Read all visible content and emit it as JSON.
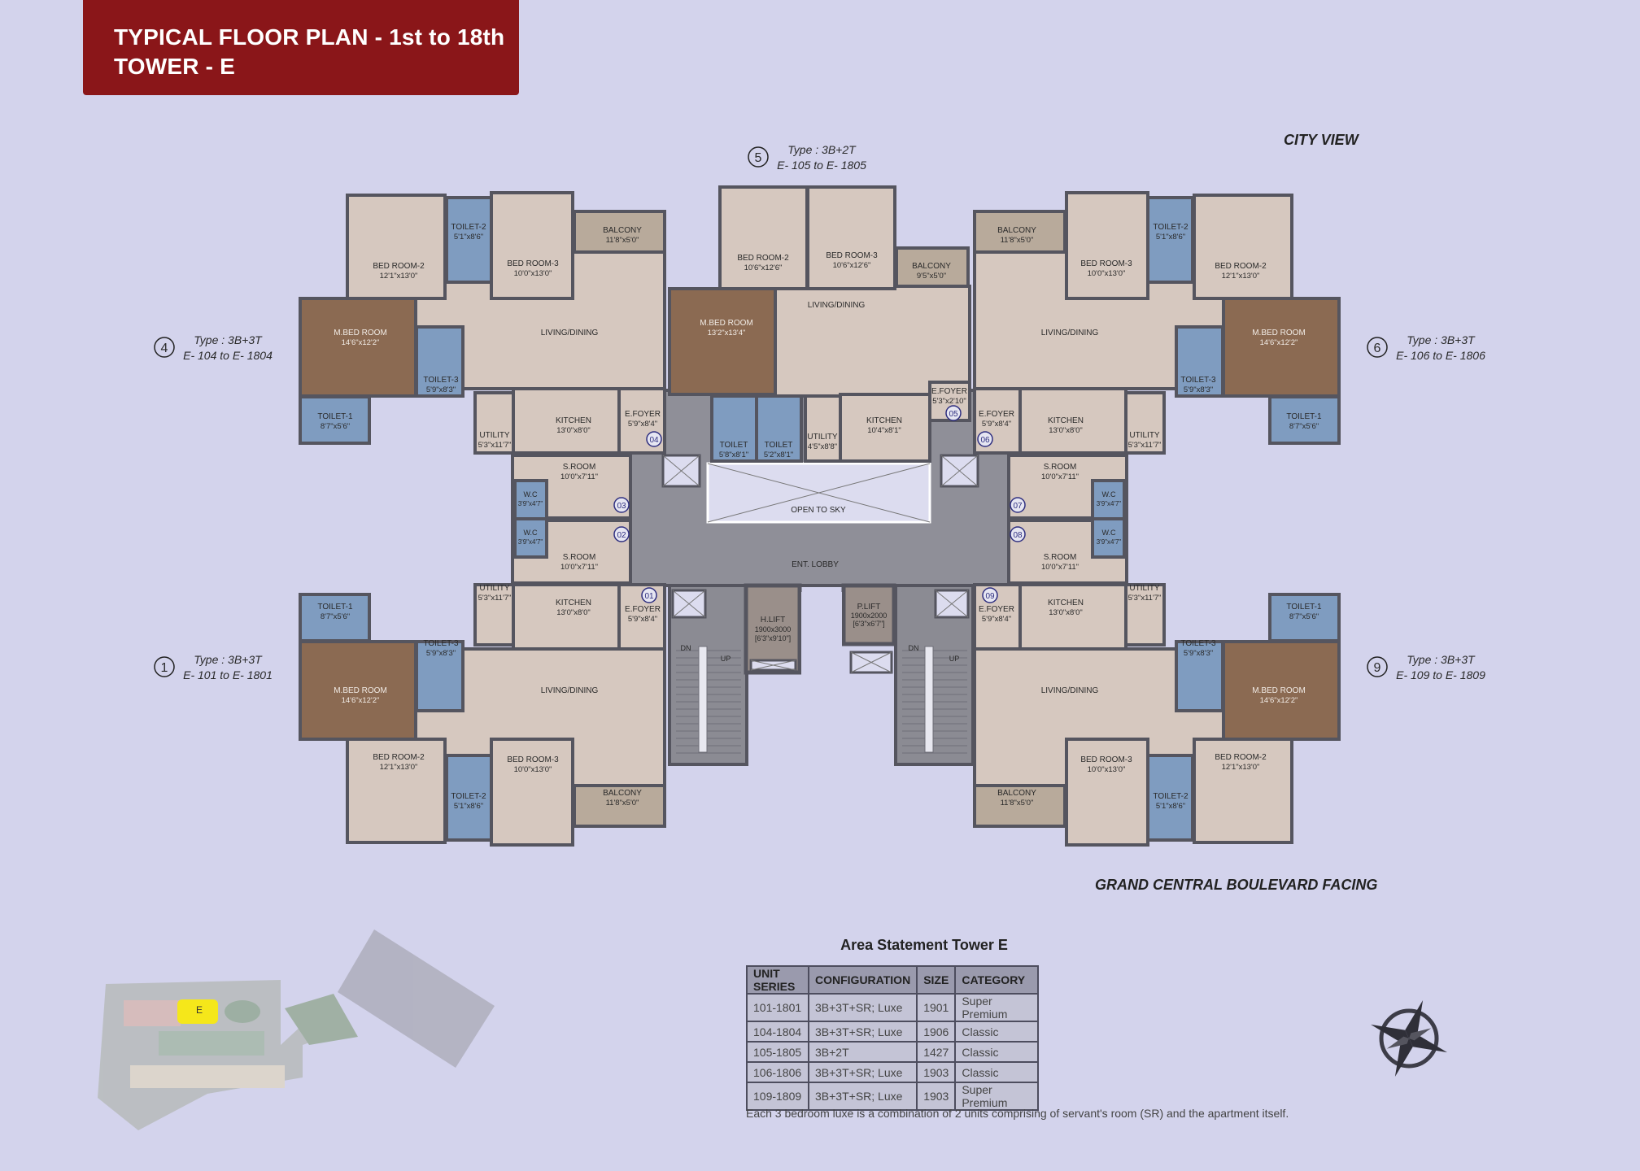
{
  "header": {
    "title_line1": "TYPICAL FLOOR PLAN - 1st to 18th",
    "title_line2": "TOWER - E"
  },
  "orientation": {
    "top_label": "CITY VIEW",
    "bottom_label": "GRAND CENTRAL BOULEVARD FACING"
  },
  "units": [
    {
      "num": "4",
      "type": "Type : 3B+3T",
      "range": "E- 104 to E- 1804",
      "door": "04",
      "rooms": [
        {
          "name": "BED ROOM-2",
          "size": "12'1\"x13'0\""
        },
        {
          "name": "TOILET-2",
          "size": "5'1\"x8'6\""
        },
        {
          "name": "BED ROOM-3",
          "size": "10'0\"x13'0\""
        },
        {
          "name": "BALCONY",
          "size": "11'8\"x5'0\""
        },
        {
          "name": "M.BED ROOM",
          "size": "14'6\"x12'2\""
        },
        {
          "name": "TOILET-1",
          "size": "8'7\"x5'6\""
        },
        {
          "name": "TOILET-3",
          "size": "5'9\"x8'3\""
        },
        {
          "name": "LIVING/DINING",
          "size": ""
        },
        {
          "name": "KITCHEN",
          "size": "13'0\"x8'0\""
        },
        {
          "name": "UTILITY",
          "size": "5'3\"x11'7\""
        },
        {
          "name": "E.FOYER",
          "size": "5'9\"x8'4\""
        }
      ]
    },
    {
      "num": "6",
      "type": "Type : 3B+3T",
      "range": "E- 106 to E- 1806",
      "door": "06",
      "rooms": [
        {
          "name": "BED ROOM-2",
          "size": "12'1\"x13'0\""
        },
        {
          "name": "TOILET-2",
          "size": "5'1\"x8'6\""
        },
        {
          "name": "BED ROOM-3",
          "size": "10'0\"x13'0\""
        },
        {
          "name": "BALCONY",
          "size": "11'8\"x5'0\""
        },
        {
          "name": "M.BED ROOM",
          "size": "14'6\"x12'2\""
        },
        {
          "name": "TOILET-1",
          "size": "8'7\"x5'6\""
        },
        {
          "name": "TOILET-3",
          "size": "5'9\"x8'3\""
        },
        {
          "name": "LIVING/DINING",
          "size": ""
        },
        {
          "name": "KITCHEN",
          "size": "13'0\"x8'0\""
        },
        {
          "name": "UTILITY",
          "size": "5'3\"x11'7\""
        },
        {
          "name": "E.FOYER",
          "size": "5'9\"x8'4\""
        }
      ]
    },
    {
      "num": "1",
      "type": "Type : 3B+3T",
      "range": "E- 101 to E- 1801",
      "door": "01",
      "rooms": [
        {
          "name": "BED ROOM-2",
          "size": "12'1\"x13'0\""
        },
        {
          "name": "TOILET-2",
          "size": "5'1\"x8'6\""
        },
        {
          "name": "BED ROOM-3",
          "size": "10'0\"x13'0\""
        },
        {
          "name": "BALCONY",
          "size": "11'8\"x5'0\""
        },
        {
          "name": "M.BED ROOM",
          "size": "14'6\"x12'2\""
        },
        {
          "name": "TOILET-1",
          "size": "8'7\"x5'6\""
        },
        {
          "name": "TOILET-3",
          "size": "5'9\"x8'3\""
        },
        {
          "name": "LIVING/DINING",
          "size": ""
        },
        {
          "name": "KITCHEN",
          "size": "13'0\"x8'0\""
        },
        {
          "name": "UTILITY",
          "size": "5'3\"x11'7\""
        },
        {
          "name": "E.FOYER",
          "size": "5'9\"x8'4\""
        }
      ]
    },
    {
      "num": "9",
      "type": "Type : 3B+3T",
      "range": "E- 109 to E- 1809",
      "door": "09",
      "rooms": [
        {
          "name": "BED ROOM-2",
          "size": "12'1\"x13'0\""
        },
        {
          "name": "TOILET-2",
          "size": "5'1\"x8'6\""
        },
        {
          "name": "BED ROOM-3",
          "size": "10'0\"x13'0\""
        },
        {
          "name": "BALCONY",
          "size": "11'8\"x5'0\""
        },
        {
          "name": "M.BED ROOM",
          "size": "14'6\"x12'2\""
        },
        {
          "name": "TOILET-1",
          "size": "8'7\"x5'6\""
        },
        {
          "name": "TOILET-3",
          "size": "5'9\"x8'3\""
        },
        {
          "name": "LIVING/DINING",
          "size": ""
        },
        {
          "name": "KITCHEN",
          "size": "13'0\"x8'0\""
        },
        {
          "name": "UTILITY",
          "size": "5'3\"x11'7\""
        },
        {
          "name": "E.FOYER",
          "size": "5'9\"x8'4\""
        }
      ]
    },
    {
      "num": "5",
      "type": "Type : 3B+2T",
      "range": "E- 105 to E- 1805",
      "door": "05",
      "rooms": [
        {
          "name": "BED ROOM-2",
          "size": "10'6\"x12'6\""
        },
        {
          "name": "BED ROOM-3",
          "size": "10'6\"x12'6\""
        },
        {
          "name": "BALCONY",
          "size": "9'5\"x5'0\""
        },
        {
          "name": "M.BED ROOM",
          "size": "13'2\"x13'4\""
        },
        {
          "name": "LIVING/DINING",
          "size": ""
        },
        {
          "name": "TOILET",
          "size": "5'8\"x8'1\""
        },
        {
          "name": "TOILET",
          "size": "5'2\"x8'1\""
        },
        {
          "name": "UTILITY",
          "size": "4'5\"x8'8\""
        },
        {
          "name": "KITCHEN",
          "size": "10'4\"x8'1\""
        },
        {
          "name": "E.FOYER",
          "size": "5'3\"x2'10\""
        }
      ]
    }
  ],
  "servant_rooms": {
    "left": [
      {
        "name": "S.ROOM",
        "size": "10'0\"x7'11\"",
        "door": "03"
      },
      {
        "name": "S.ROOM",
        "size": "10'0\"x7'11\"",
        "door": "02"
      }
    ],
    "right": [
      {
        "name": "S.ROOM",
        "size": "10'0\"x7'11\"",
        "door": "07"
      },
      {
        "name": "S.ROOM",
        "size": "10'0\"x7'11\"",
        "door": "08"
      }
    ],
    "wc": {
      "name": "W.C",
      "size": "3'9\"x4'7\""
    }
  },
  "core": {
    "open_to_sky": "OPEN TO SKY",
    "lobby": "ENT. LOBBY",
    "h_lift": {
      "name": "H.LIFT",
      "dims": "1900x3000",
      "imperial": "[6'3\"x9'10\"]"
    },
    "p_lift": {
      "name": "P.LIFT",
      "dims": "1900x2000",
      "imperial": "[6'3\"x6'7\"]"
    },
    "stair_dn": "DN",
    "stair_up": "UP"
  },
  "area_statement": {
    "title": "Area Statement Tower E",
    "headers": [
      "UNIT SERIES",
      "CONFIGURATION",
      "SIZE",
      "CATEGORY"
    ],
    "rows": [
      [
        "101-1801",
        "3B+3T+SR; Luxe",
        "1901",
        "Super Premium"
      ],
      [
        "104-1804",
        "3B+3T+SR; Luxe",
        "1906",
        "Classic"
      ],
      [
        "105-1805",
        "3B+2T",
        "1427",
        "Classic"
      ],
      [
        "106-1806",
        "3B+3T+SR; Luxe",
        "1903",
        "Classic"
      ],
      [
        "109-1809",
        "3B+3T+SR; Luxe",
        "1903",
        "Super Premium"
      ]
    ],
    "note": "Each 3 bedroom luxe is a combination of 2 units comprising of servant's room (SR) and the apartment itself."
  },
  "site_map": {
    "tower_label": "E",
    "highlight_color": "#f5e71a"
  },
  "colors": {
    "title_bg": "#8a1619",
    "background": "#d3d3ec",
    "floor": "#d6c8bf",
    "wood": "#8b6a52",
    "tile": "#7f9cc0",
    "wall": "#55555f",
    "core": "#8f8f98"
  }
}
